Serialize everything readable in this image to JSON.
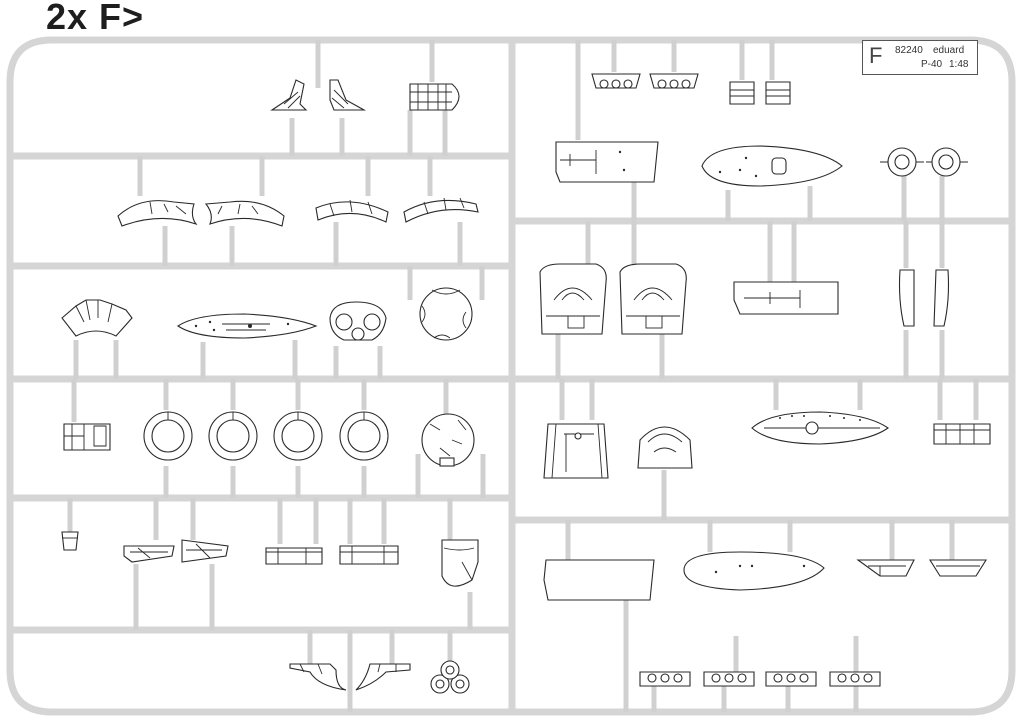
{
  "title": "2x F>",
  "label": {
    "letter": "F",
    "code": "82240",
    "brand": "eduard",
    "model": "P-40",
    "scale": "1:48"
  },
  "colors": {
    "sprue_fill": "#d5d5d5",
    "sprue_stroke": "#a8a8a8",
    "part_stroke": "#2a2a2a",
    "part_fill": "#ffffff",
    "title": "#1e1e1e"
  }
}
